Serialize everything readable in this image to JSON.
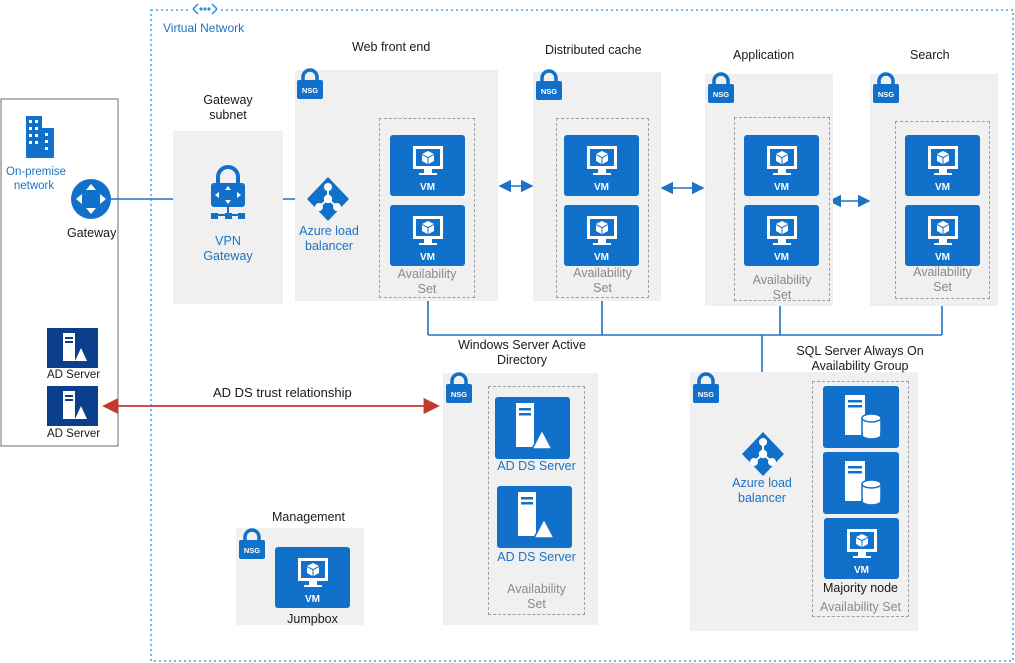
{
  "vnet": {
    "label": "Virtual Network"
  },
  "onprem": {
    "network_label": "On-premise\nnetwork",
    "gateway_label": "Gateway",
    "ad_server_1": "AD Server",
    "ad_server_2": "AD Server"
  },
  "gateway_subnet": {
    "title": "Gateway\nsubnet",
    "vpn_label": "VPN\nGateway"
  },
  "web": {
    "title": "Web front end",
    "lb_label": "Azure load\nbalancer"
  },
  "cache": {
    "title": "Distributed cache"
  },
  "app": {
    "title": "Application"
  },
  "search": {
    "title": "Search"
  },
  "adds": {
    "title": "Windows Server Active\nDirectory",
    "server_1": "AD DS Server",
    "server_2": "AD DS Server"
  },
  "sql": {
    "title": "SQL Server Always On\nAvailability Group",
    "lb_label": "Azure load\nbalancer",
    "majority": "Majority node"
  },
  "mgmt": {
    "title": "Management",
    "jumpbox": "Jumpbox"
  },
  "trust": {
    "label": "AD DS trust relationship"
  },
  "common": {
    "nsg": "NSG",
    "vm": "VM",
    "availability_set": "Availability\nSet",
    "availability_set_inline": "Availability Set"
  },
  "colors": {
    "azure_blue": "#1170c9",
    "line_blue": "#1e72c1",
    "trust_red": "#c0392b",
    "panel_gray": "#f0f0f0"
  }
}
